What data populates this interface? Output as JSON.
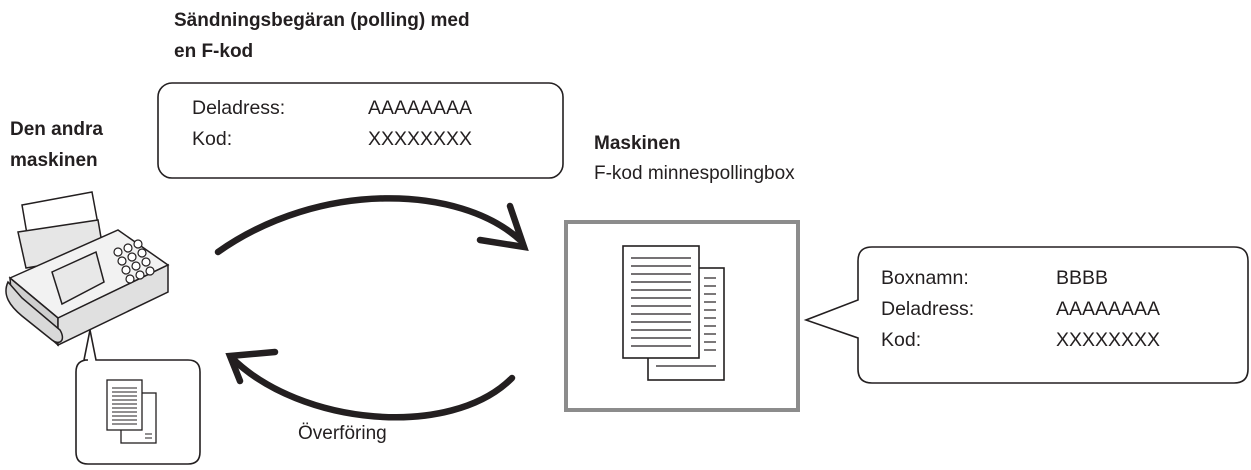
{
  "request": {
    "title_line1": "Sändningsbegäran (polling) med",
    "title_line2": "en F-kod",
    "fields": [
      {
        "label": "Deladress:",
        "value": "AAAAAAAA"
      },
      {
        "label": "Kod:",
        "value": "XXXXXXXX"
      }
    ]
  },
  "other_machine": {
    "label_line1": "Den andra",
    "label_line2": "maskinen"
  },
  "machine": {
    "title": "Maskinen",
    "subtitle": "F-kod minnespollingbox"
  },
  "box_info": {
    "fields": [
      {
        "label": "Boxnamn:",
        "value": "BBBB"
      },
      {
        "label": "Deladress:",
        "value": "AAAAAAAA"
      },
      {
        "label": "Kod:",
        "value": "XXXXXXXX"
      }
    ]
  },
  "transfer_label": "Överföring"
}
